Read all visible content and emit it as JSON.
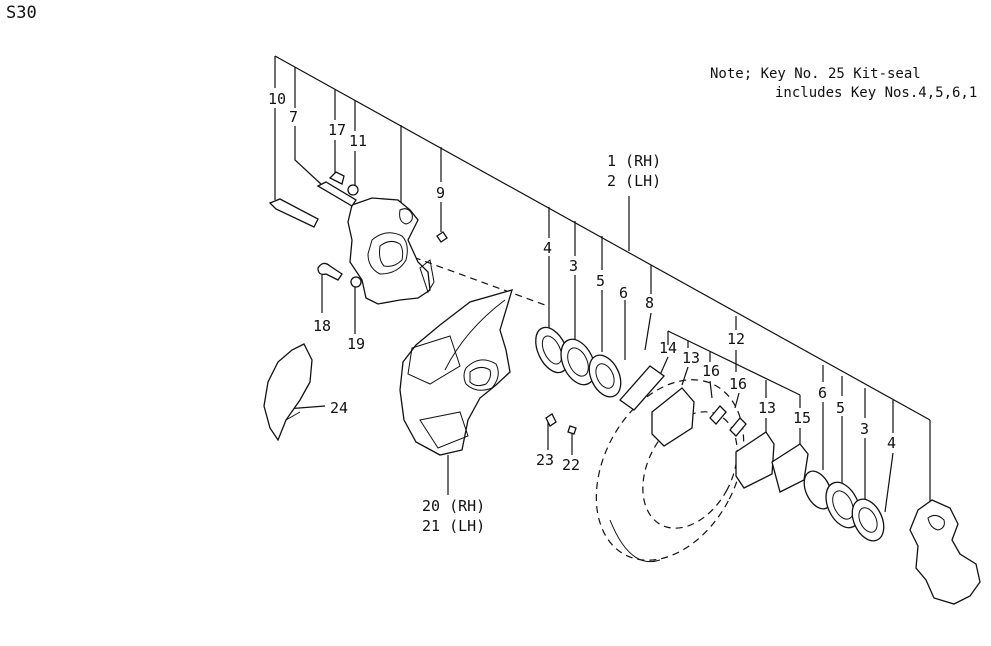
{
  "page_code": "S30",
  "note": {
    "line1": "Note; Key No.   25 Kit-seal",
    "line2": "includes Key Nos.4,5,6,1"
  },
  "labels": {
    "k1": "1 (RH)",
    "k2": "2 (LH)",
    "k3a": "3",
    "k3b": "3",
    "k4a": "4",
    "k4b": "4",
    "k5a": "5",
    "k5b": "5",
    "k6a": "6",
    "k6b": "6",
    "k7": "7",
    "k8": "8",
    "k9": "9",
    "k10": "10",
    "k11": "11",
    "k12": "12",
    "k13a": "13",
    "k13b": "13",
    "k14": "14",
    "k15": "15",
    "k16a": "16",
    "k16b": "16",
    "k17": "17",
    "k18": "18",
    "k19": "19",
    "k20": "20 (RH)",
    "k21": "21 (LH)",
    "k22": "22",
    "k23": "23",
    "k24": "24"
  }
}
